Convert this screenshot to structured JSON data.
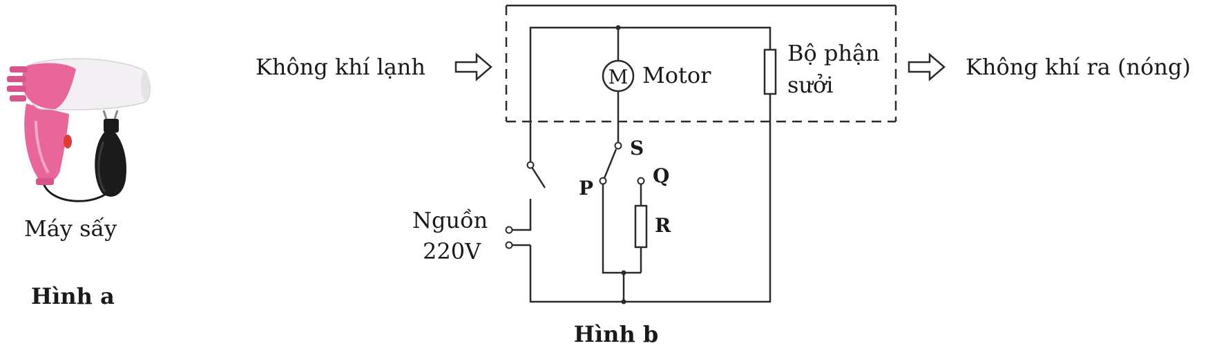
{
  "figure_a": {
    "product_label": "Máy sấy",
    "caption": "Hình a",
    "colors": {
      "body": "#f2f0f2",
      "accent": "#e8669a",
      "cord": "#1b1b1b",
      "switch": "#e53935"
    }
  },
  "figure_b": {
    "caption": "Hình b",
    "air_in": "Không khí lạnh",
    "air_out": "Không khí ra (nóng)",
    "motor_symbol": "M",
    "motor_label": "Motor",
    "heater_label_line1": "Bộ phận",
    "heater_label_line2": "sưởi",
    "source_label_line1": "Nguồn",
    "source_label_line2": "220V",
    "switch_common": "S",
    "switch_pos_p": "P",
    "switch_pos_q": "Q",
    "resistor": "R"
  }
}
